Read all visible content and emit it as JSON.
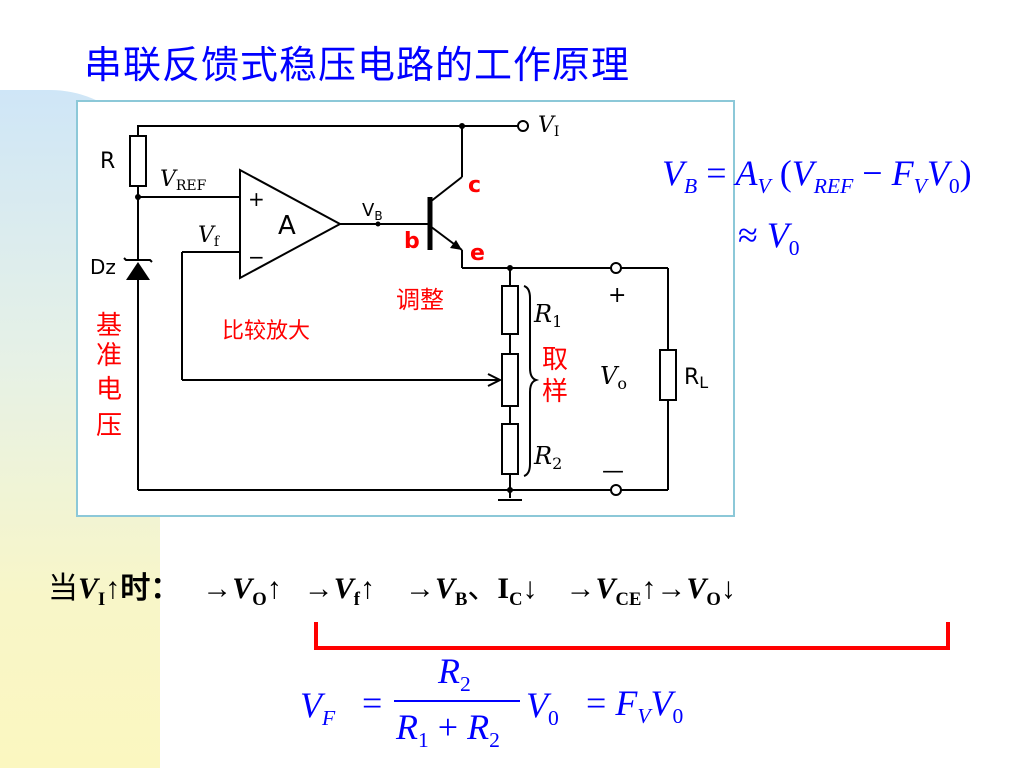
{
  "title": "串联反馈式稳压电路的工作原理",
  "circuit": {
    "labels": {
      "R": "R",
      "vref_main": "V",
      "vref_sub": "REF",
      "vi_main": "V",
      "vi_sub": "I",
      "vf_main": "V",
      "vf_sub": "f",
      "vb_main": "V",
      "vb_sub": "B",
      "plus_in": "+",
      "minus_in": "−",
      "amp": "A",
      "dz": "Dz",
      "c": "c",
      "b": "b",
      "e": "e",
      "tiaozheng": "调整",
      "bijiao": "比较放大",
      "jizhun": [
        "基",
        "准",
        "电",
        "压"
      ],
      "quyang": [
        "取",
        "样"
      ],
      "r1_main": "R",
      "r1_sub": "1",
      "r2_main": "R",
      "r2_sub": "2",
      "vo_main": "V",
      "vo_sub": "o",
      "rl_main": "R",
      "rl_sub": "L",
      "out_plus": "+",
      "out_minus": "—"
    }
  },
  "equations": {
    "vb": {
      "lhs": "V",
      "lhs_sub": "B",
      "eq": " = ",
      "a": "A",
      "a_sub": "V",
      "open": " (",
      "v1": "V",
      "v1_sub": "REF",
      "minus": " − ",
      "f": "F",
      "f_sub": "V",
      "v0": "V",
      "v0_sub": "0",
      "close": ")"
    },
    "approx": {
      "sym": "≈ ",
      "v": "V",
      "v_sub": "0"
    },
    "vf": {
      "lhs": "V",
      "lhs_sub": "F",
      "eq": "=",
      "num": "R",
      "num_sub": "2",
      "den1": "R",
      "den1_sub": "1",
      "plus": " + ",
      "den2": "R",
      "den2_sub": "2",
      "v0": "V",
      "v0_sub": "0",
      "eq2": "= ",
      "f": "F",
      "f_sub": "V",
      "v02": "V",
      "v02_sub": "0"
    }
  },
  "chain": {
    "prefix": "当",
    "vi": "V",
    "vi_sub": "I",
    "up1": "↑",
    "shi": "时：",
    "arr1": "→",
    "vo": "V",
    "vo_sub": "O",
    "up2": "↑",
    "arr2": "→",
    "vf": "V",
    "vf_sub": "f",
    "up3": "↑",
    "arr3": "→",
    "vb": "V",
    "vb_sub": "B",
    "sep": "、",
    "ic": "I",
    "ic_sub": "C",
    "down1": "↓",
    "arr4": "→",
    "vce": "V",
    "vce_sub": "CE",
    "up4": "↑",
    "arr5": "→",
    "vo2": "V",
    "vo2_sub": "O",
    "down2": "↓"
  },
  "colors": {
    "title": "#0000ff",
    "equation": "#0000ff",
    "annotation": "#ff0000",
    "bracket": "#ff0000",
    "panel_border": "#8cc8d8"
  }
}
